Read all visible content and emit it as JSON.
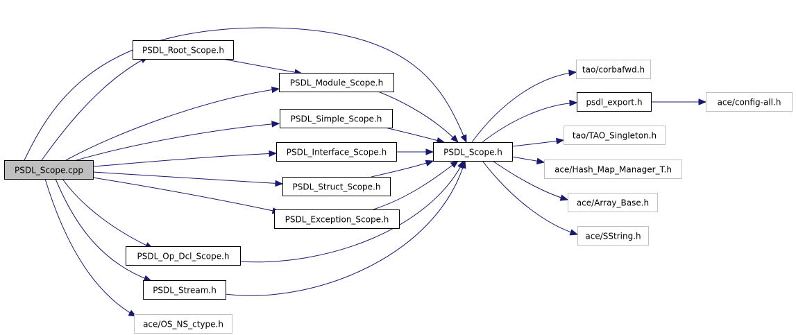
{
  "diagram": {
    "nodes": [
      {
        "id": "psdl_scope_cpp",
        "label": "PSDL_Scope.cpp",
        "style": "root"
      },
      {
        "id": "root_scope",
        "label": "PSDL_Root_Scope.h",
        "style": "normal"
      },
      {
        "id": "module_scope",
        "label": "PSDL_Module_Scope.h",
        "style": "normal"
      },
      {
        "id": "simple_scope",
        "label": "PSDL_Simple_Scope.h",
        "style": "normal"
      },
      {
        "id": "interface_scope",
        "label": "PSDL_Interface_Scope.h",
        "style": "normal"
      },
      {
        "id": "struct_scope",
        "label": "PSDL_Struct_Scope.h",
        "style": "normal"
      },
      {
        "id": "exception_scope",
        "label": "PSDL_Exception_Scope.h",
        "style": "normal"
      },
      {
        "id": "op_dcl_scope",
        "label": "PSDL_Op_Dcl_Scope.h",
        "style": "normal"
      },
      {
        "id": "stream",
        "label": "PSDL_Stream.h",
        "style": "normal"
      },
      {
        "id": "os_ns_ctype",
        "label": "ace/OS_NS_ctype.h",
        "style": "external"
      },
      {
        "id": "psdl_scope_h",
        "label": "PSDL_Scope.h",
        "style": "normal"
      },
      {
        "id": "corbafwd",
        "label": "tao/corbafwd.h",
        "style": "external"
      },
      {
        "id": "psdl_export",
        "label": "psdl_export.h",
        "style": "normal"
      },
      {
        "id": "config_all",
        "label": "ace/config-all.h",
        "style": "external"
      },
      {
        "id": "tao_singleton",
        "label": "tao/TAO_Singleton.h",
        "style": "external"
      },
      {
        "id": "hash_map",
        "label": "ace/Hash_Map_Manager_T.h",
        "style": "external"
      },
      {
        "id": "array_base",
        "label": "ace/Array_Base.h",
        "style": "external"
      },
      {
        "id": "sstring",
        "label": "ace/SString.h",
        "style": "external"
      }
    ],
    "edges": [
      {
        "from": "psdl_scope_cpp",
        "to": "root_scope"
      },
      {
        "from": "psdl_scope_cpp",
        "to": "module_scope"
      },
      {
        "from": "psdl_scope_cpp",
        "to": "simple_scope"
      },
      {
        "from": "psdl_scope_cpp",
        "to": "interface_scope"
      },
      {
        "from": "psdl_scope_cpp",
        "to": "struct_scope"
      },
      {
        "from": "psdl_scope_cpp",
        "to": "exception_scope"
      },
      {
        "from": "psdl_scope_cpp",
        "to": "op_dcl_scope"
      },
      {
        "from": "psdl_scope_cpp",
        "to": "stream"
      },
      {
        "from": "psdl_scope_cpp",
        "to": "os_ns_ctype"
      },
      {
        "from": "psdl_scope_cpp",
        "to": "psdl_scope_h"
      },
      {
        "from": "root_scope",
        "to": "module_scope"
      },
      {
        "from": "module_scope",
        "to": "psdl_scope_h"
      },
      {
        "from": "simple_scope",
        "to": "psdl_scope_h"
      },
      {
        "from": "interface_scope",
        "to": "psdl_scope_h"
      },
      {
        "from": "struct_scope",
        "to": "psdl_scope_h"
      },
      {
        "from": "exception_scope",
        "to": "psdl_scope_h"
      },
      {
        "from": "op_dcl_scope",
        "to": "psdl_scope_h"
      },
      {
        "from": "stream",
        "to": "psdl_scope_h"
      },
      {
        "from": "psdl_scope_h",
        "to": "corbafwd"
      },
      {
        "from": "psdl_scope_h",
        "to": "psdl_export"
      },
      {
        "from": "psdl_scope_h",
        "to": "tao_singleton"
      },
      {
        "from": "psdl_scope_h",
        "to": "hash_map"
      },
      {
        "from": "psdl_scope_h",
        "to": "array_base"
      },
      {
        "from": "psdl_scope_h",
        "to": "sstring"
      },
      {
        "from": "psdl_export",
        "to": "config_all"
      }
    ]
  },
  "colors": {
    "edge": "#191970",
    "root_fill": "#bfbfbf",
    "node_border": "#000000",
    "external_border": "#bfbfbf",
    "text": "#000000"
  }
}
